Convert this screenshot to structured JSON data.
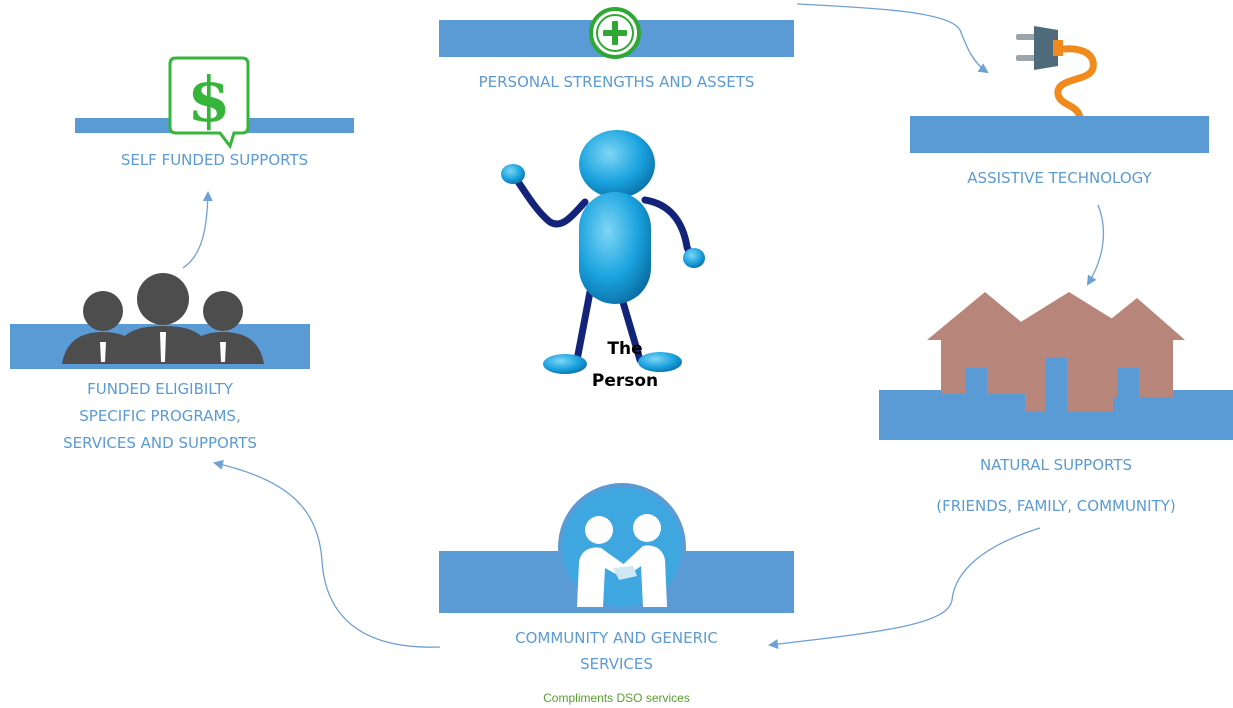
{
  "person": {
    "line1": "The",
    "line2": "Person"
  },
  "nodes": {
    "strengths": {
      "label": "PERSONAL STRENGTHS AND ASSETS",
      "icon": "plus-circle-icon"
    },
    "technology": {
      "label": "ASSISTIVE TECHNOLOGY",
      "icon": "plug-icon"
    },
    "natural": {
      "label": "NATURAL SUPPORTS",
      "sublabel": "(FRIENDS, FAMILY, COMMUNITY)",
      "icon": "houses-icon"
    },
    "community": {
      "label1": "COMMUNITY AND GENERIC",
      "label2": "SERVICES",
      "icon": "handshake-icon"
    },
    "funded": {
      "label1": "FUNDED ELIGIBILTY",
      "label2": "SPECIFIC PROGRAMS,",
      "label3": "SERVICES AND SUPPORTS",
      "icon": "people-icon"
    },
    "self": {
      "label": "SELF FUNDED SUPPORTS",
      "icon": "dollar-speech-icon"
    }
  },
  "credit": "Compliments DSO services",
  "colors": {
    "bar": "#5b9bd5",
    "text": "#5b9bd5",
    "arrow": "#6fa1d4",
    "credit": "#5a9e31"
  }
}
